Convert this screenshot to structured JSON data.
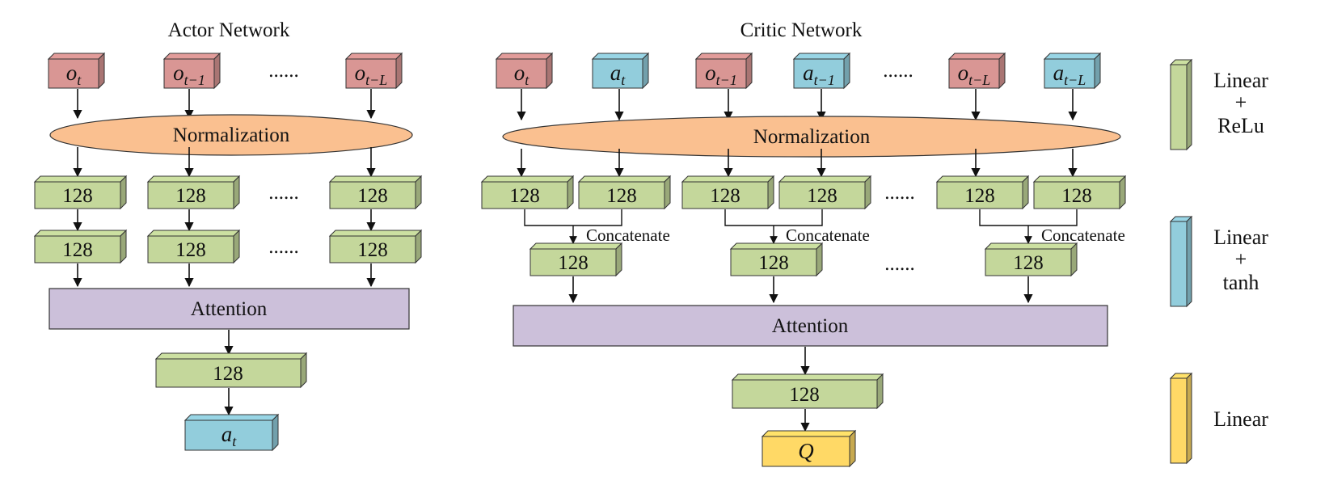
{
  "actor": {
    "title": "Actor Network",
    "inputs": [
      {
        "sym": "o",
        "sub": "t"
      },
      {
        "sym": "o",
        "sub": "t−1"
      },
      {
        "sym": "o",
        "sub": "t−L"
      }
    ],
    "ellipsis": "......",
    "normalization": "Normalization",
    "layer_label": "128",
    "attention": "Attention",
    "output": {
      "sym": "a",
      "sub": "t"
    }
  },
  "critic": {
    "title": "Critic Network",
    "inputs": [
      {
        "sym": "o",
        "sub": "t",
        "kind": "obs"
      },
      {
        "sym": "a",
        "sub": "t",
        "kind": "act"
      },
      {
        "sym": "o",
        "sub": "t−1",
        "kind": "obs"
      },
      {
        "sym": "a",
        "sub": "t−1",
        "kind": "act"
      },
      {
        "sym": "o",
        "sub": "t−L",
        "kind": "obs"
      },
      {
        "sym": "a",
        "sub": "t−L",
        "kind": "act"
      }
    ],
    "ellipsis": "......",
    "normalization": "Normalization",
    "layer_label": "128",
    "concatenate": "Concatenate",
    "attention": "Attention",
    "output": {
      "sym": "Q"
    }
  },
  "legend": [
    {
      "lines": [
        "Linear",
        "+",
        "ReLu"
      ],
      "color": "#c4d79b"
    },
    {
      "lines": [
        "Linear",
        "+",
        "tanh"
      ],
      "color": "#92cddc"
    },
    {
      "lines": [
        "Linear"
      ],
      "color": "#ffd966"
    }
  ],
  "colors": {
    "obs": "#d99694",
    "act": "#92cddc",
    "layer": "#c4d79b",
    "normalization": "#fac090",
    "attention": "#ccc0da",
    "q_output": "#ffd966"
  }
}
